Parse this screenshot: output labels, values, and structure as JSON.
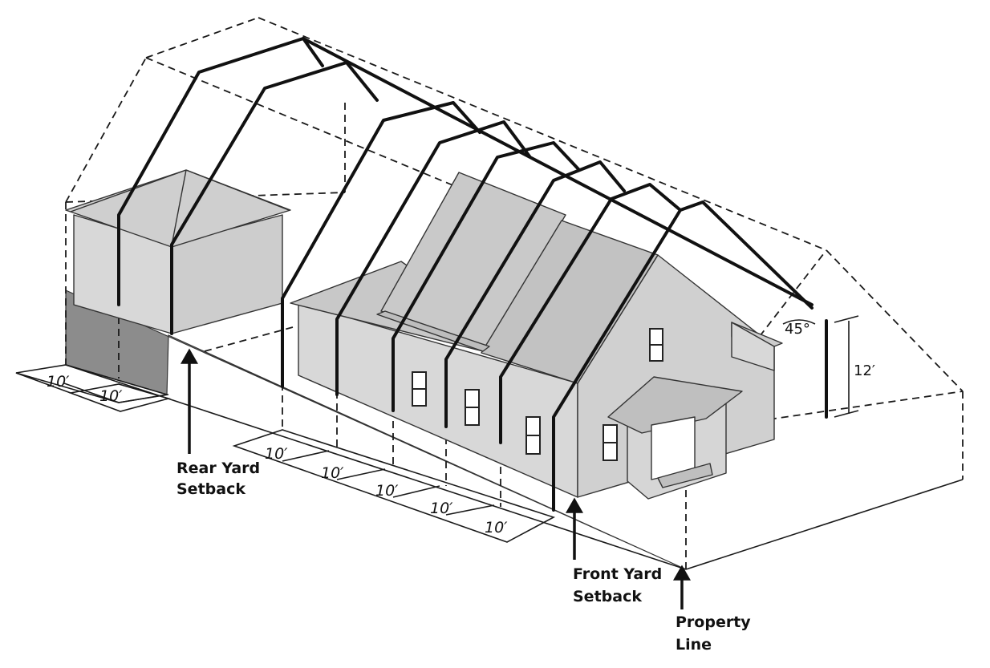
{
  "labels": {
    "rear_yard_line1": "Rear Yard",
    "rear_yard_line2": "Setback",
    "front_yard_line1": "Front Yard",
    "front_yard_line2": "Setback",
    "property_line_line1": "Property",
    "property_line_line2": "Line"
  },
  "dimensions": {
    "rear_segments": [
      "10′",
      "10′"
    ],
    "front_segments": [
      "10′",
      "10′",
      "10′",
      "10′",
      "10′"
    ],
    "height": "12′",
    "angle": "45°"
  },
  "colors": {
    "wall": "#d8d8d8",
    "roof": "#cfcfcf",
    "shadow": "#8c8c8c",
    "line": "#111111"
  }
}
